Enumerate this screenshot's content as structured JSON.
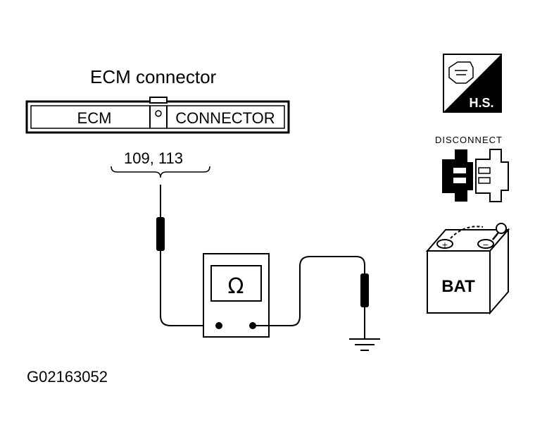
{
  "title": "ECM connector",
  "connector": {
    "left_label": "ECM",
    "right_label": "CONNECTOR"
  },
  "pins": "109, 113",
  "meter_symbol": "Ω",
  "figure_id": "G02163052",
  "icons": {
    "hs_label": "H.S.",
    "disconnect_label": "DISCONNECT",
    "battery_label": "BAT",
    "battery_plus": "+",
    "battery_minus": "−"
  }
}
